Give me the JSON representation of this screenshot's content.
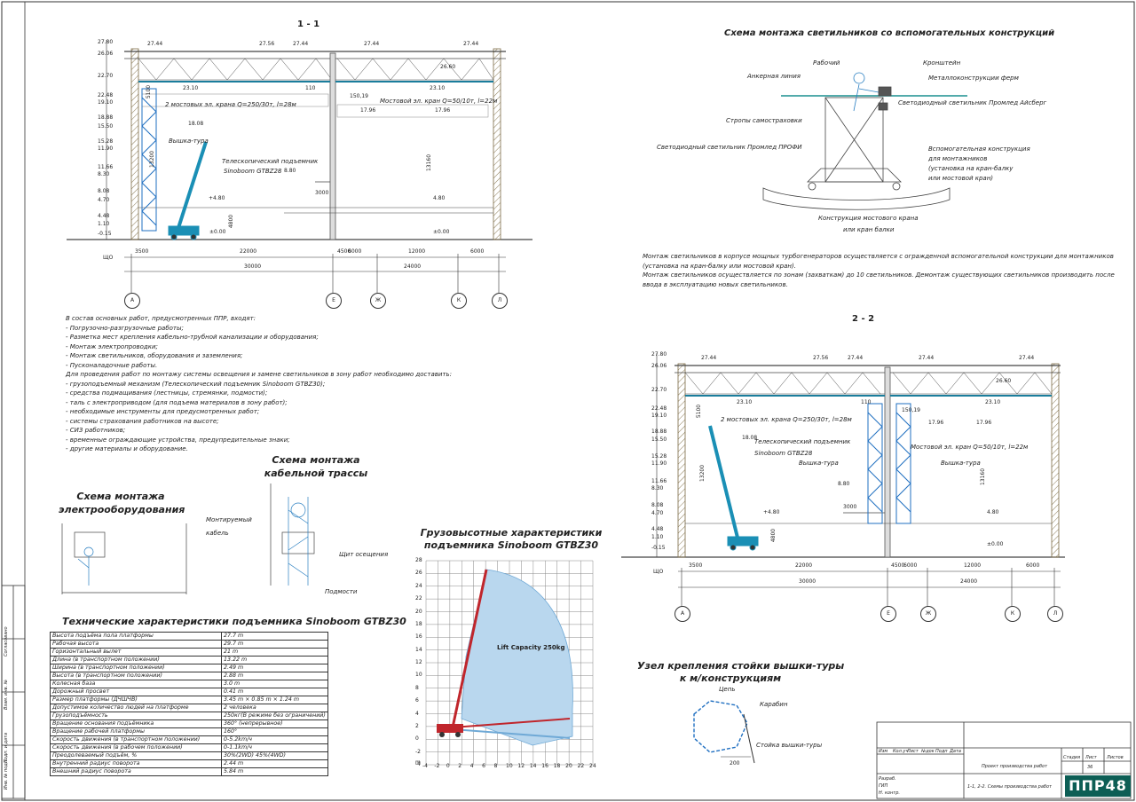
{
  "sections": {
    "s11_title": "1 - 1",
    "s22_title": "2 - 2"
  },
  "top_levels": [
    "27.80",
    "26.06",
    "22.70",
    "22.48",
    "19.10",
    "18.88",
    "15.50",
    "15.28",
    "11.90",
    "11.66",
    "8.30",
    "8.08",
    "4.70",
    "4.48",
    "1.10",
    "-0.15"
  ],
  "beam_levels": {
    "a": "27.44",
    "b": "27.56",
    "c": "27.44",
    "d": "27.44",
    "e": "27.44",
    "f": "26.60"
  },
  "lbl_2310a": "23.10",
  "lbl_2310b": "23.10",
  "lbl_110": "110",
  "lbl_1519": "150,19",
  "lbl_1808": "18.08",
  "lbl_1796a": "17.96",
  "lbl_1796b": "17.96",
  "lbl_5100": "5100",
  "lbl_13200": "13200",
  "lbl_13160": "13160",
  "lbl_880": "8.80",
  "lbl_3000": "3000",
  "lbl_480a": "+4.80",
  "lbl_480b": "4.80",
  "lbl_4800": "4800",
  "lbl_000a": "±0.00",
  "lbl_000b": "±0.00",
  "lbl_shch": "ЩО",
  "crane2": "2 мостовых эл. крана Q=250/30т, l=28м",
  "crane1": "Мостовой эл. кран Q=50/10т, l=22м",
  "tower": "Вышка-тура",
  "telescopic": "Телескопический подъемник",
  "sinoboom28": "Sinoboom GTBZ28",
  "dims_row1": [
    "3500",
    "22000",
    "4500",
    "6000",
    "12000",
    "6000"
  ],
  "dims_row2": [
    "30000",
    "24000"
  ],
  "axes": [
    "А",
    "Е",
    "Ж",
    "К",
    "Л"
  ],
  "lamp_scheme": {
    "title": "Схема монтажа светильников со вспомогательных конструкций",
    "worker": "Рабочий",
    "bracket": "Кронштейн",
    "anchor": "Анкерная линия",
    "truss": "Металлоконструкции ферм",
    "aisberg": "Светодиодный светильник Промлед Айсберг",
    "slings": "Стропы самостраховки",
    "profi": "Светодиодный светильник Промлед ПРОФИ",
    "aux1": "Вспомогательная конструкция",
    "aux2": "для монтажников",
    "aux3": "(установка на кран-балку",
    "aux4": "или мостовой кран)",
    "bridge1": "Конструкция мостового крана",
    "bridge2": "или кран балки"
  },
  "mount_text": [
    "Монтаж светильников в корпусе мощных турбогенераторов осуществляется с  огражденной вспомогательной конструкции для монтажников",
    "(установка на кран-балку или мостовой кран).",
    "Монтаж светильников осуществляется по зонам (захваткам) до 10 светильников. Демонтаж существующих светильников производить после",
    "ввода в эксплуатацию новых светильников."
  ],
  "works_list": [
    "В состав основных работ, предусмотренных ППР, входят:",
    "- Погрузочно-разгрузочные работы;",
    "- Разметка мест крепления кабельно-трубной канализации и оборудования;",
    "- Монтаж электропроводки;",
    "- Монтаж светильников, оборудования и заземления;",
    "- Пусконаладочные работы.",
    "Для проведения работ по монтажу системы освещения и замене светильников в зону работ необходимо доставить:",
    "- грузоподъемный механизм (Телескопический подъемник Sinoboom GTBZ30);",
    "- средства подмащивания (лестницы, стремянки, подмости);",
    "- таль с электроприводом (для подъема материалов в зону работ);",
    "- необходимые инструменты для предусмотренных работ;",
    "- системы страхования работников на высоте;",
    "- СИЗ работников;",
    "- временные ограждающие устройства, предупредительные знаки;",
    "- другие материалы и оборудование."
  ],
  "electro": {
    "title1": "Схема монтажа",
    "title2": "электрооборудования"
  },
  "cable": {
    "title1": "Схема монтажа",
    "title2": "кабельной трассы",
    "mounted1": "Монтируемый",
    "mounted2": "кабель",
    "panel": "Щит осещения",
    "scaffold": "Подмости"
  },
  "specs": {
    "title": "Технические характеристики подъемника Sinoboom GTBZ30",
    "rows": [
      [
        "Высота подъёма пола платформы",
        "27.7 m"
      ],
      [
        "Рабочая высота",
        "29.7 m"
      ],
      [
        "Горизонтальный вылет",
        "21 m"
      ],
      [
        "Длина (в транспортном положении)",
        "13.22 m"
      ],
      [
        "Ширина (в транспортном положении)",
        "2.49 m"
      ],
      [
        "Высота (в транспортном положении)",
        "2.88 m"
      ],
      [
        "Колесная база",
        "3.0 m"
      ],
      [
        "Дорожный просвет",
        "0.41 m"
      ],
      [
        "Размер платформы (ДЧШЧВ)",
        "3.45 m × 0.85 m × 1.24 m"
      ],
      [
        "Допустимое количество людей на платформе",
        "2 человека"
      ],
      [
        "Грузоподъёмность",
        "250кг(В режиме без ограничений)"
      ],
      [
        "Вращение основания подъёмника",
        "360° (непрерывное)"
      ],
      [
        "Вращение рабочей платформы",
        "160°"
      ],
      [
        "Скорость движения (в транспортном положении)",
        "0-5.2km/ч"
      ],
      [
        "Скорость движения (в рабочем положении)",
        "0-1.1km/ч"
      ],
      [
        "Преодолеваемый подъём, %",
        "30%(2WD) 45%(4WD)"
      ],
      [
        "Внутренний радиус поворота",
        "2.44 m"
      ],
      [
        "Внешний радиус поворота",
        "5.84 m"
      ]
    ]
  },
  "lift_chart": {
    "title1": "Грузовысотные характеристики",
    "title2": "подъемника Sinoboom GTBZ30",
    "x_ticks": [
      "-4",
      "-2",
      "0",
      "2",
      "4",
      "6",
      "8",
      "10",
      "12",
      "14",
      "16",
      "18",
      "20",
      "22",
      "24"
    ],
    "y_ticks": [
      "28",
      "26",
      "24",
      "22",
      "20",
      "18",
      "16",
      "14",
      "12",
      "10",
      "8",
      "6",
      "4",
      "2",
      "0",
      "-2",
      "-4"
    ],
    "axis_unit": "m",
    "capacity_label": "Lift Capacity 250kg"
  },
  "tower_node": {
    "title1": "Узел крепления стойки вышки-туры",
    "title2": "к м/конструкциям",
    "chain": "Цепь",
    "carabiner": "Карабин",
    "post": "Стойка вышки-туры",
    "dim": "200"
  },
  "stamp": {
    "cols": [
      "Изм",
      "Кол.уч",
      "Лист",
      "№док",
      "Подп",
      "Дата"
    ],
    "roles": [
      "Разраб.",
      "ГИП",
      "Н. контр."
    ],
    "project": "Проект производства работ",
    "stage": "Стадия",
    "sheet": "Лист",
    "sheets": "Листов",
    "sheet_no": "36",
    "drawing": "1-1, 2-2. Схемы производства работ",
    "logo": "ППР48",
    "left_strip": [
      "Согласовано",
      "Взам. инв. №",
      "Подп. и дата",
      "Инв. № подл."
    ]
  }
}
